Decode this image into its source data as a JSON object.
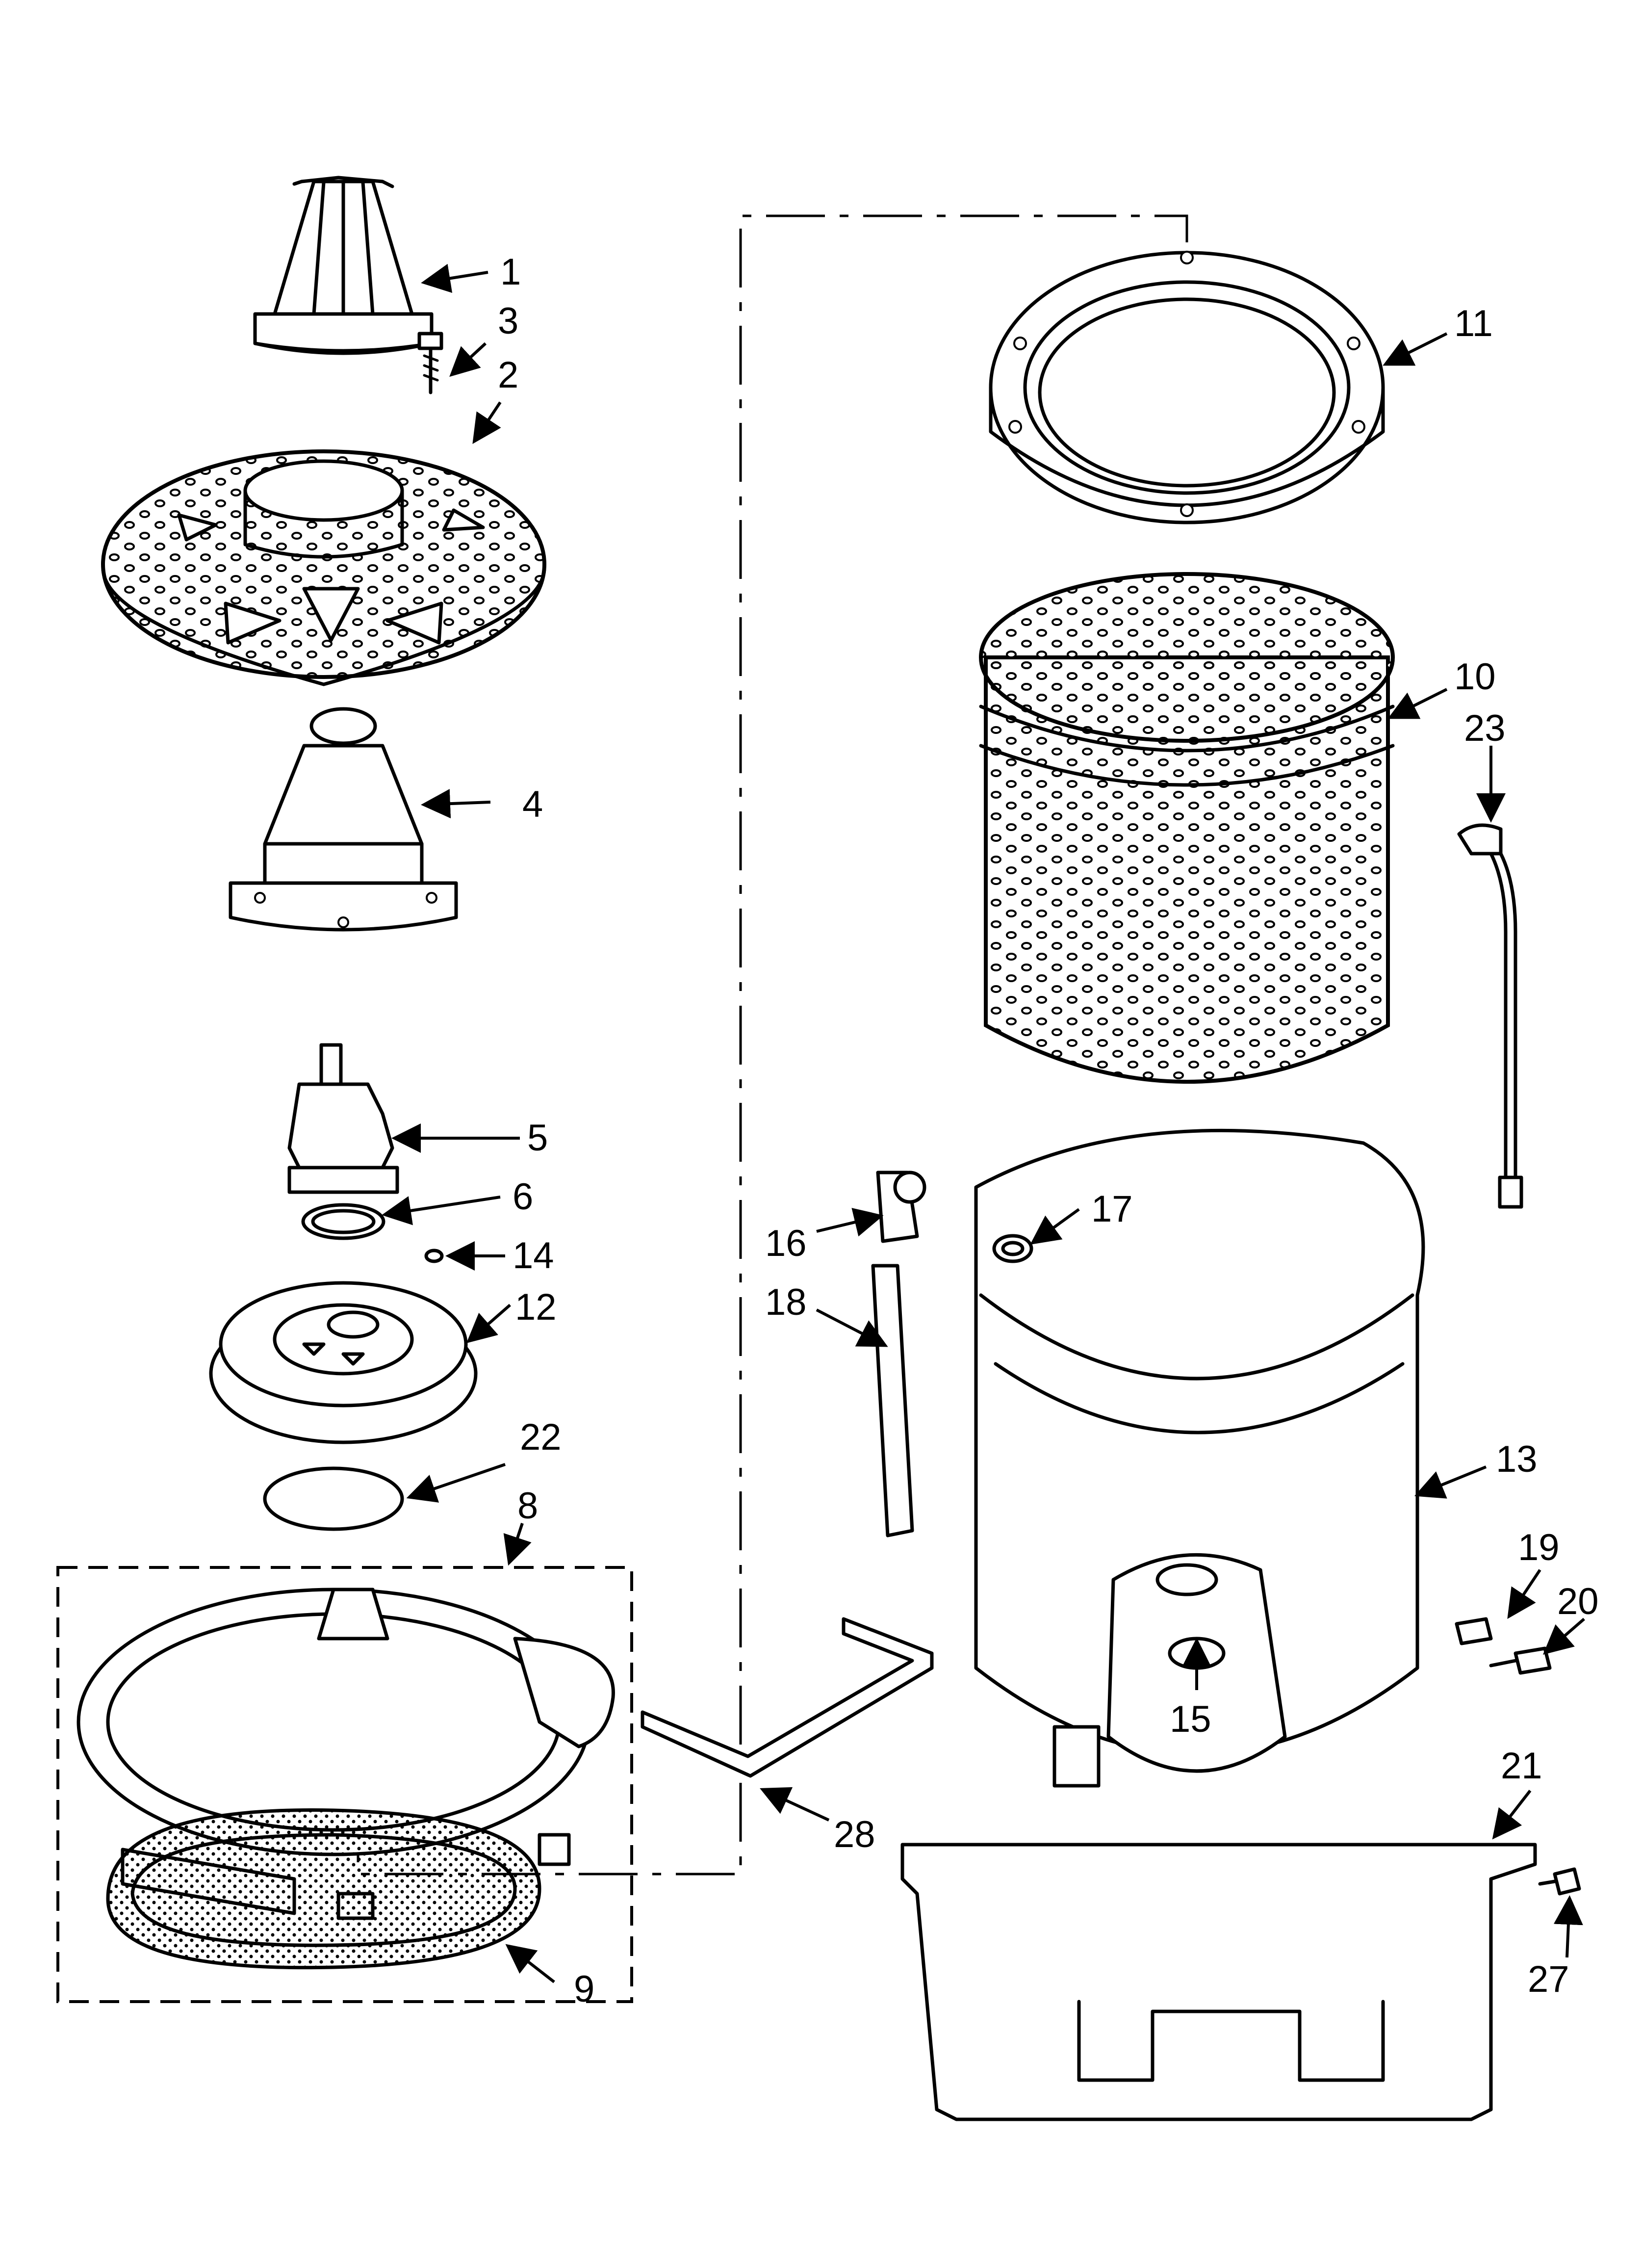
{
  "callouts": [
    "1",
    "2",
    "3",
    "4",
    "5",
    "6",
    "8",
    "9",
    "10",
    "11",
    "12",
    "13",
    "14",
    "15",
    "16",
    "17",
    "18",
    "19",
    "20",
    "21",
    "22",
    "23",
    "27",
    "28"
  ]
}
